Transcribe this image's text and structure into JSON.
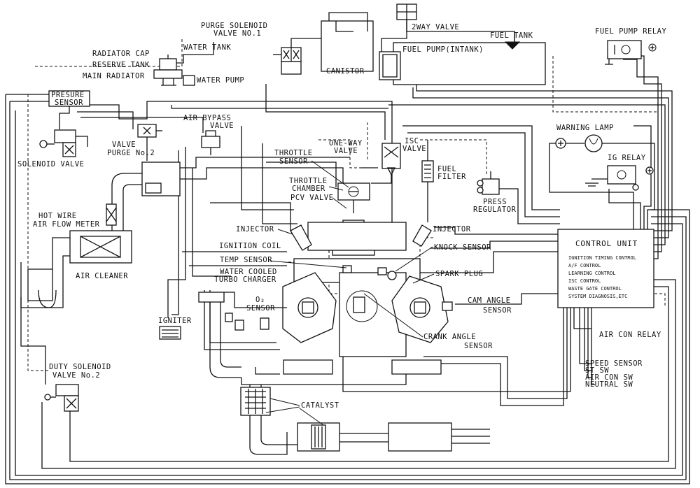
{
  "labels": {
    "purge_solenoid_1": "PURGE SOLENOID",
    "purge_solenoid_2": "VALVE NO.1",
    "two_way_valve": "2WAY VALVE",
    "fuel_tank": "FUEL TANK",
    "fuel_pump_relay": "FUEL PUMP RELAY",
    "radiator_cap": "RADIATOR CAP",
    "reserve_tank": "RESERVE TANK",
    "main_radiator": "MAIN RADIATOR",
    "water_tank": "WATER TANK",
    "water_pump": "WATER PUMP",
    "canister": "CANISTOR",
    "fuel_pump_intank": "FUEL PUMP(INTANK)",
    "presure_sensor_1": "PRESURE",
    "presure_sensor_2": "SENSOR",
    "valve_purge_1": "VALVE",
    "valve_purge_2": "PURGE No.2",
    "air_bypass_1": "AIR BYPASS",
    "air_bypass_2": "VALVE",
    "solenoid_valve": "SOLENOID VALVE",
    "warning_lamp": "WARNING LAMP",
    "one_way_1": "ONE-WAY",
    "one_way_2": "VALVE",
    "isc_1": "ISC",
    "isc_2": "VALVE",
    "throttle_sensor_1": "THROTTLE",
    "throttle_sensor_2": "SENSOR",
    "ig_relay": "IG RELAY",
    "fuel_filter_1": "FUEL",
    "fuel_filter_2": "FILTER",
    "throttle_chamber_1": "THROTTLE",
    "throttle_chamber_2": "CHAMBER",
    "hot_wire_1": "HOT WIRE",
    "hot_wire_2": "AIR FLOW METER",
    "pcv_valve": "PCV VALVE",
    "press_regulator_1": "PRESS",
    "press_regulator_2": "REGULATOR",
    "injector_left": "INJECTOR",
    "injector_right": "INJECTOR",
    "control_unit": "CONTROL UNIT",
    "cu_line_1": "IGNITION TIMING CONTROL",
    "cu_line_2": "A/F CONTROL",
    "cu_line_3": "LEARNING CONTROL",
    "cu_line_4": "ISC CONTROL",
    "cu_line_5": "WASTE GATE CONTROL",
    "cu_line_6": "SYSTEM DIAGNOSIS,ETC",
    "ignition_coil": "IGNITION COIL",
    "knock_sensor": "KNOCK SENSOR",
    "temp_sensor": "TEMP SENSOR",
    "water_cooled_1": "WATER COOLED",
    "water_cooled_2": "TURBO CHARGER",
    "spark_plug": "SPARK PLUG",
    "air_cleaner": "AIR CLEANER",
    "o2_sensor_1": "O₂",
    "o2_sensor_2": "SENSOR",
    "cam_angle_1": "CAM ANGLE",
    "cam_angle_2": "SENSOR",
    "igniter": "IGNITER",
    "air_con_relay": "AIR CON RELAY",
    "crank_angle_1": "CRANK ANGLE",
    "crank_angle_2": "SENSOR",
    "duty_solenoid_1": "DUTY SOLENOID",
    "duty_solenoid_2": "VALVE No.2",
    "speed_sensor": "SPEED SENSOR",
    "st_sw": "ST SW",
    "air_con_sw": "AIR CON SW",
    "neutral_sw": "NEUTRAL SW",
    "catalyst": "CATALYST"
  }
}
